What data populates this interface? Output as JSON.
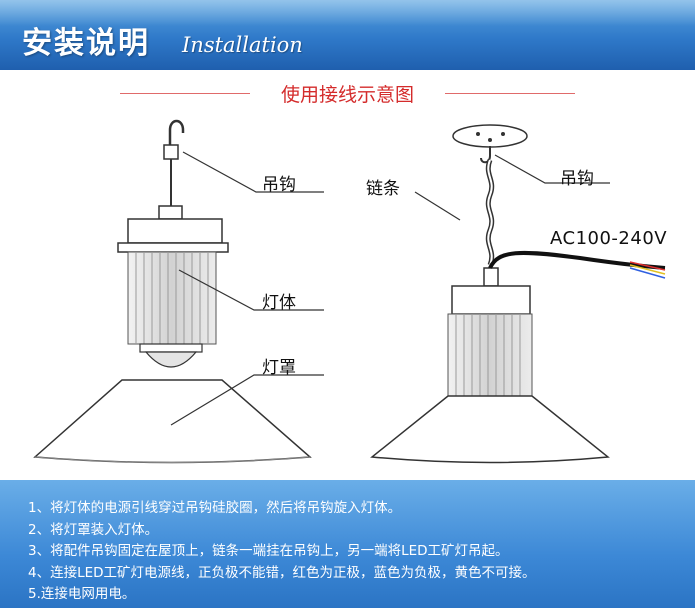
{
  "header": {
    "title": "安装说明",
    "subtitle": "Installation"
  },
  "section": {
    "title": "使用接线示意图"
  },
  "labels": {
    "left_hook": "吊钩",
    "lamp_body": "灯体",
    "shade": "灯罩",
    "chain": "链条",
    "right_hook": "吊钩",
    "voltage": "AC100-240V"
  },
  "steps": [
    "1、将灯体的电源引线穿过吊钩硅胶圈，然后将吊钩旋入灯体。",
    "2、将灯罩装入灯体。",
    "3、将配件吊钩固定在屋顶上，链条一端挂在吊钩上，另一端将LED工矿灯吊起。",
    "4、连接LED工矿灯电源线，正负极不能错，红色为正极，蓝色为负极，黄色不可接。",
    "5.连接电网用电。"
  ],
  "colors": {
    "header_blue": "#2f79c9",
    "footer_blue": "#3c88d6",
    "section_red": "#d42b2b",
    "wire_red": "#e03030",
    "wire_yellow": "#e0c020",
    "wire_blue": "#3060e0"
  }
}
